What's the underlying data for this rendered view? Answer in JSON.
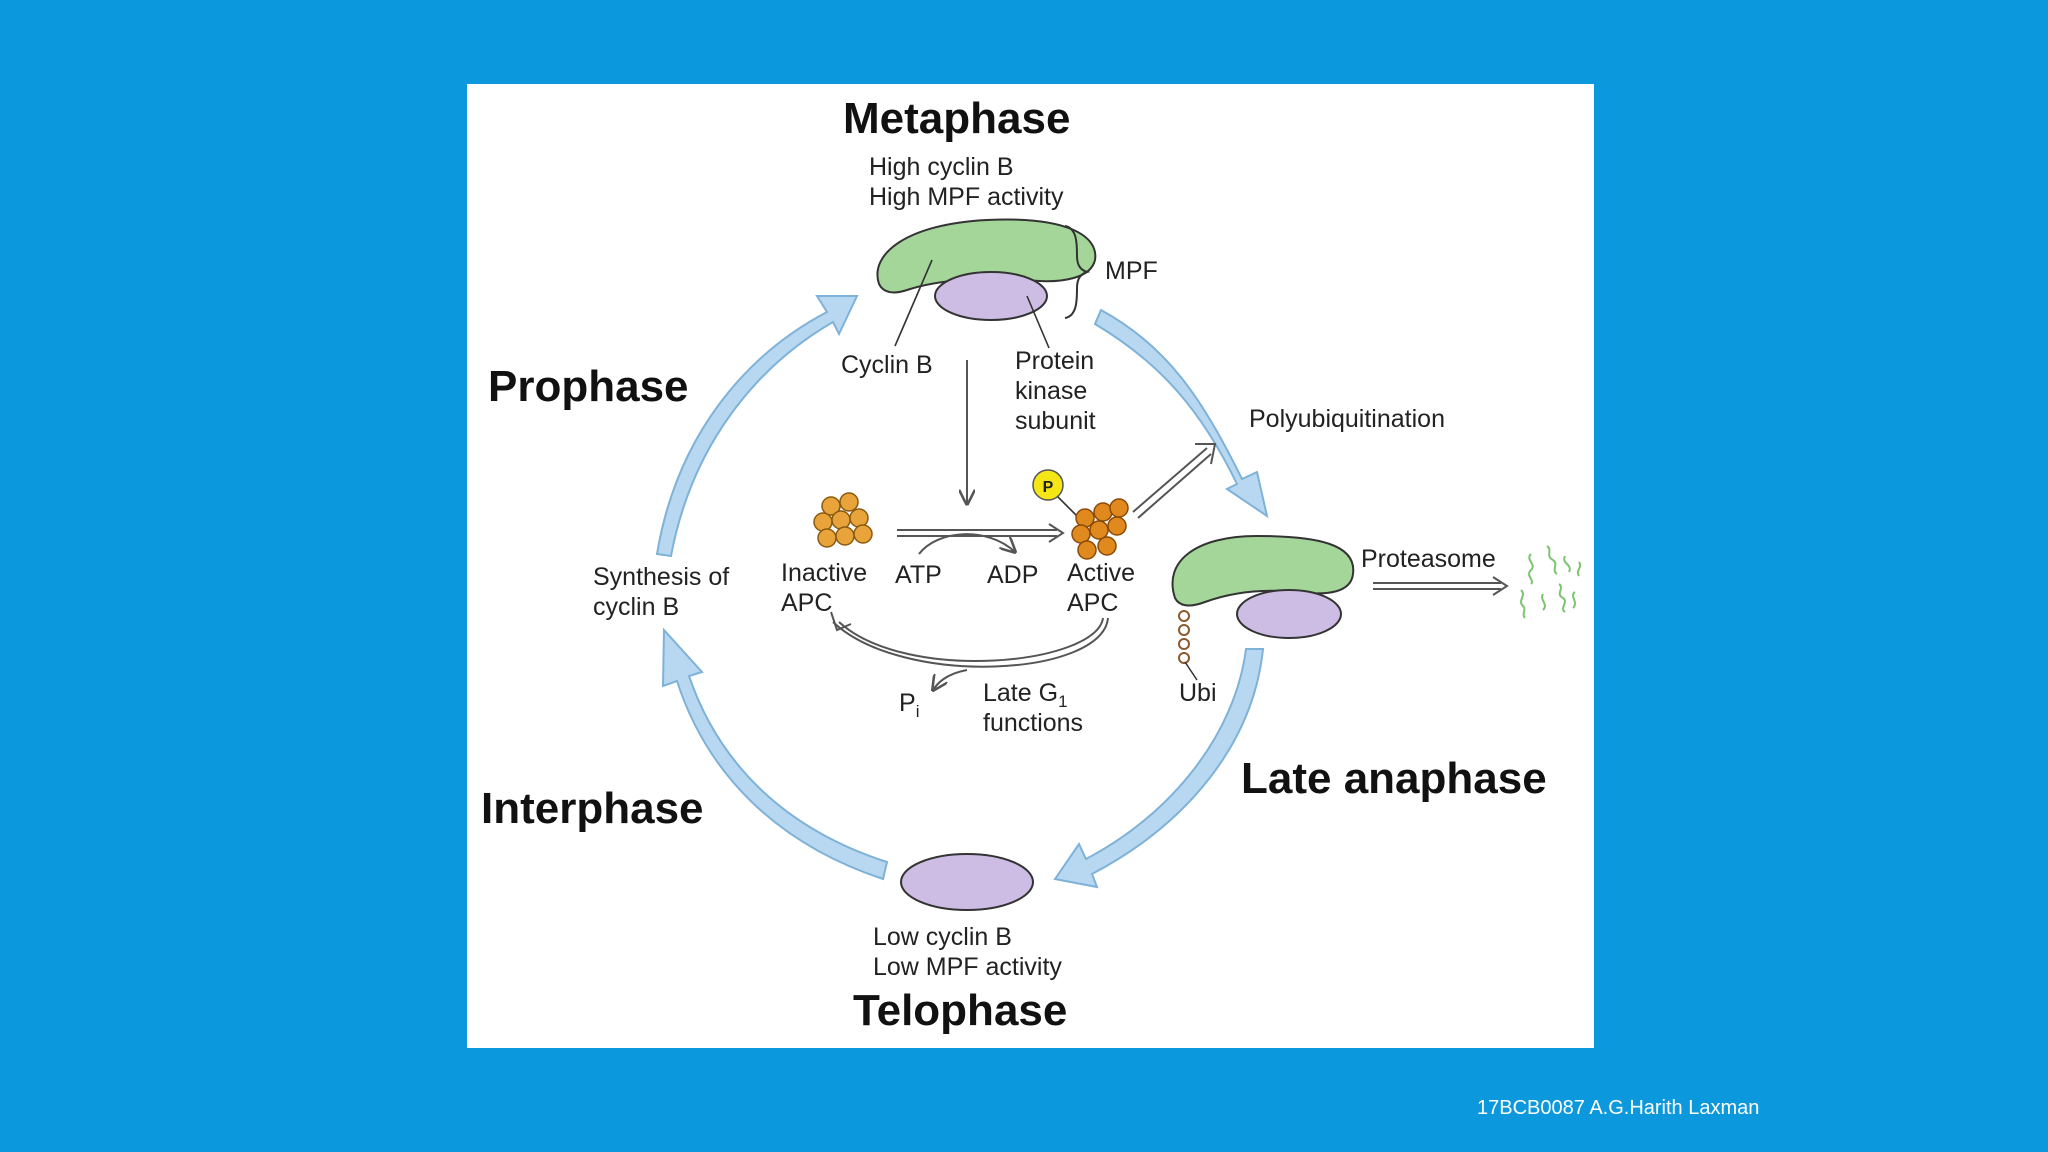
{
  "diagram": {
    "phases": {
      "metaphase": "Metaphase",
      "prophase": "Prophase",
      "interphase": "Interphase",
      "telophase": "Telophase",
      "late_anaphase": "Late anaphase"
    },
    "metaphase_state": {
      "line1": "High cyclin B",
      "line2": "High MPF activity"
    },
    "telophase_state": {
      "line1": "Low cyclin B",
      "line2": "Low MPF activity"
    },
    "labels": {
      "mpf": "MPF",
      "cyclin_b": "Cyclin B",
      "protein_kinase_1": "Protein",
      "protein_kinase_2": "kinase",
      "protein_kinase_3": "subunit",
      "polyubiquitination": "Polyubiquitination",
      "proteasome": "Proteasome",
      "synthesis_1": "Synthesis of",
      "synthesis_2": "cyclin B",
      "inactive_1": "Inactive",
      "inactive_2": "APC",
      "atp": "ATP",
      "adp": "ADP",
      "active_1": "Active",
      "active_2": "APC",
      "phosphate": "P",
      "pi_main": "P",
      "pi_sub": "i",
      "late_g1_main": "Late G",
      "late_g1_sub": "1",
      "late_g1_line2": "functions",
      "ubi": "Ubi"
    },
    "colors": {
      "cycle_arrow": "#b7d8f0",
      "cyclin_green": "#a4d699",
      "kinase_purple": "#cdbde4",
      "apc_orange": "#e8a43a",
      "phosphate_yellow": "#f5e616"
    }
  },
  "footer": {
    "credit": "17BCB0087   A.G.Harith Laxman"
  }
}
